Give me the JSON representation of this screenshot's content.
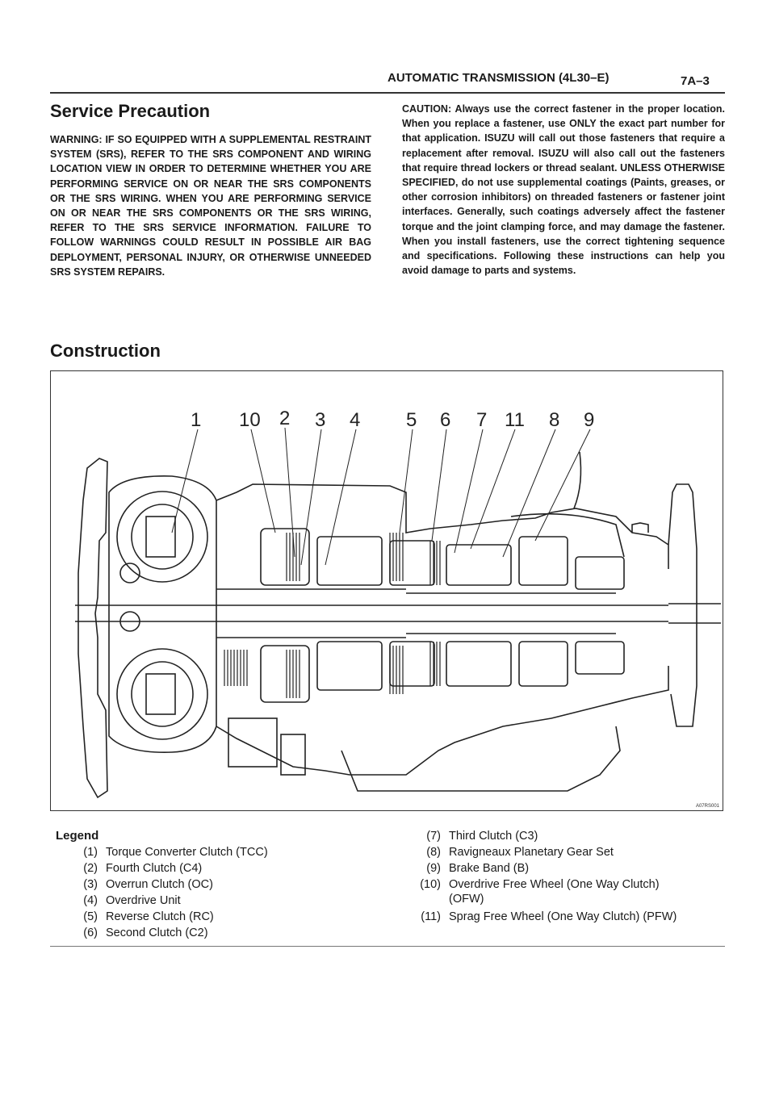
{
  "header": {
    "title": "AUTOMATIC TRANSMISSION (4L30–E)",
    "page": "7A–3"
  },
  "service_precaution": {
    "heading": "Service Precaution",
    "warning": "WARNING: IF SO EQUIPPED WITH A SUPPLEMENTAL RESTRAINT SYSTEM (SRS), REFER TO THE SRS COMPONENT AND WIRING LOCATION VIEW IN ORDER TO DETERMINE WHETHER YOU ARE PERFORMING SERVICE ON OR NEAR THE SRS COMPONENTS OR THE SRS WIRING. WHEN YOU ARE PERFORMING SERVICE ON OR NEAR THE SRS COMPONENTS OR THE SRS WIRING, REFER TO THE SRS SERVICE INFORMATION. FAILURE TO FOLLOW WARNINGS COULD RESULT IN POSSIBLE AIR BAG DEPLOYMENT, PERSONAL INJURY, OR OTHERWISE UNNEEDED SRS SYSTEM REPAIRS.",
    "caution": "CAUTION: Always use the correct fastener in the proper location. When you replace a fastener, use ONLY the exact part number for that application. ISUZU will call out those fasteners that require a replacement after removal. ISUZU will also call out the fasteners that require thread lockers or thread sealant. UNLESS OTHERWISE SPECIFIED, do not use supplemental coatings (Paints, greases, or other corrosion inhibitors) on threaded fasteners or fastener joint interfaces. Generally, such coatings adversely affect the fastener torque and the joint clamping force, and may damage the fastener. When you install fasteners, use the correct tightening sequence and specifications. Following these instructions can help you avoid damage to parts and systems."
  },
  "construction": {
    "heading": "Construction",
    "figure_code": "A07RS001",
    "callouts": [
      "1",
      "10",
      "2",
      "3",
      "4",
      "5",
      "6",
      "7",
      "11",
      "8",
      "9"
    ]
  },
  "legend": {
    "title": "Legend",
    "left": [
      {
        "num": "(1)",
        "text": "Torque Converter Clutch (TCC)"
      },
      {
        "num": "(2)",
        "text": "Fourth Clutch (C4)"
      },
      {
        "num": "(3)",
        "text": "Overrun Clutch (OC)"
      },
      {
        "num": "(4)",
        "text": "Overdrive Unit"
      },
      {
        "num": "(5)",
        "text": "Reverse Clutch (RC)"
      },
      {
        "num": "(6)",
        "text": "Second Clutch (C2)"
      }
    ],
    "right": [
      {
        "num": "(7)",
        "text": "Third Clutch (C3)"
      },
      {
        "num": "(8)",
        "text": "Ravigneaux Planetary Gear Set"
      },
      {
        "num": "(9)",
        "text": "Brake Band (B)"
      },
      {
        "num": "(10)",
        "text": "Overdrive Free Wheel (One Way Clutch)",
        "text2": "(OFW)"
      },
      {
        "num": "(11)",
        "text": "Sprag Free Wheel (One Way Clutch) (PFW)"
      }
    ]
  }
}
